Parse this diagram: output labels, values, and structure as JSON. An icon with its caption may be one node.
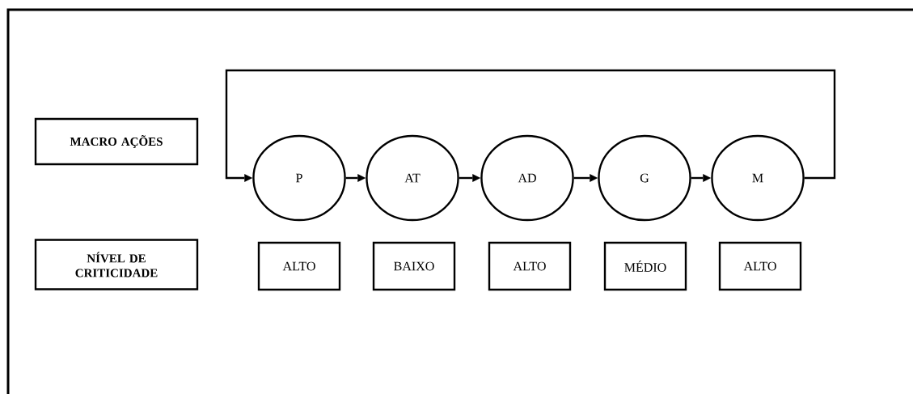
{
  "diagram": {
    "nodes": [
      {
        "text": [
          "MACRO AÇÕES"
        ]
      },
      {
        "text": [
          "P"
        ]
      },
      {
        "text": [
          "AT"
        ]
      },
      {
        "text": [
          "AD"
        ]
      },
      {
        "text": [
          "G"
        ]
      },
      {
        "text": [
          "M"
        ]
      },
      {
        "text": [
          "NÍVEL DE CRITICIDADE"
        ]
      },
      {
        "text": [
          "ALTO"
        ]
      },
      {
        "text": [
          "BAIXO"
        ]
      },
      {
        "text": [
          "ALTO"
        ]
      },
      {
        "text": [
          "MÉDIO"
        ]
      },
      {
        "text": [
          "ALTO"
        ]
      }
    ],
    "edges": [
      {
        "from": 1,
        "to": 2,
        "arrow": "to"
      },
      {
        "from": 2,
        "to": 3,
        "arrow": "to"
      },
      {
        "from": 3,
        "to": 4,
        "arrow": "to"
      },
      {
        "from": 4,
        "to": 5,
        "arrow": "to"
      },
      {
        "from": 5,
        "to": 1,
        "arrow": "to"
      }
    ]
  }
}
